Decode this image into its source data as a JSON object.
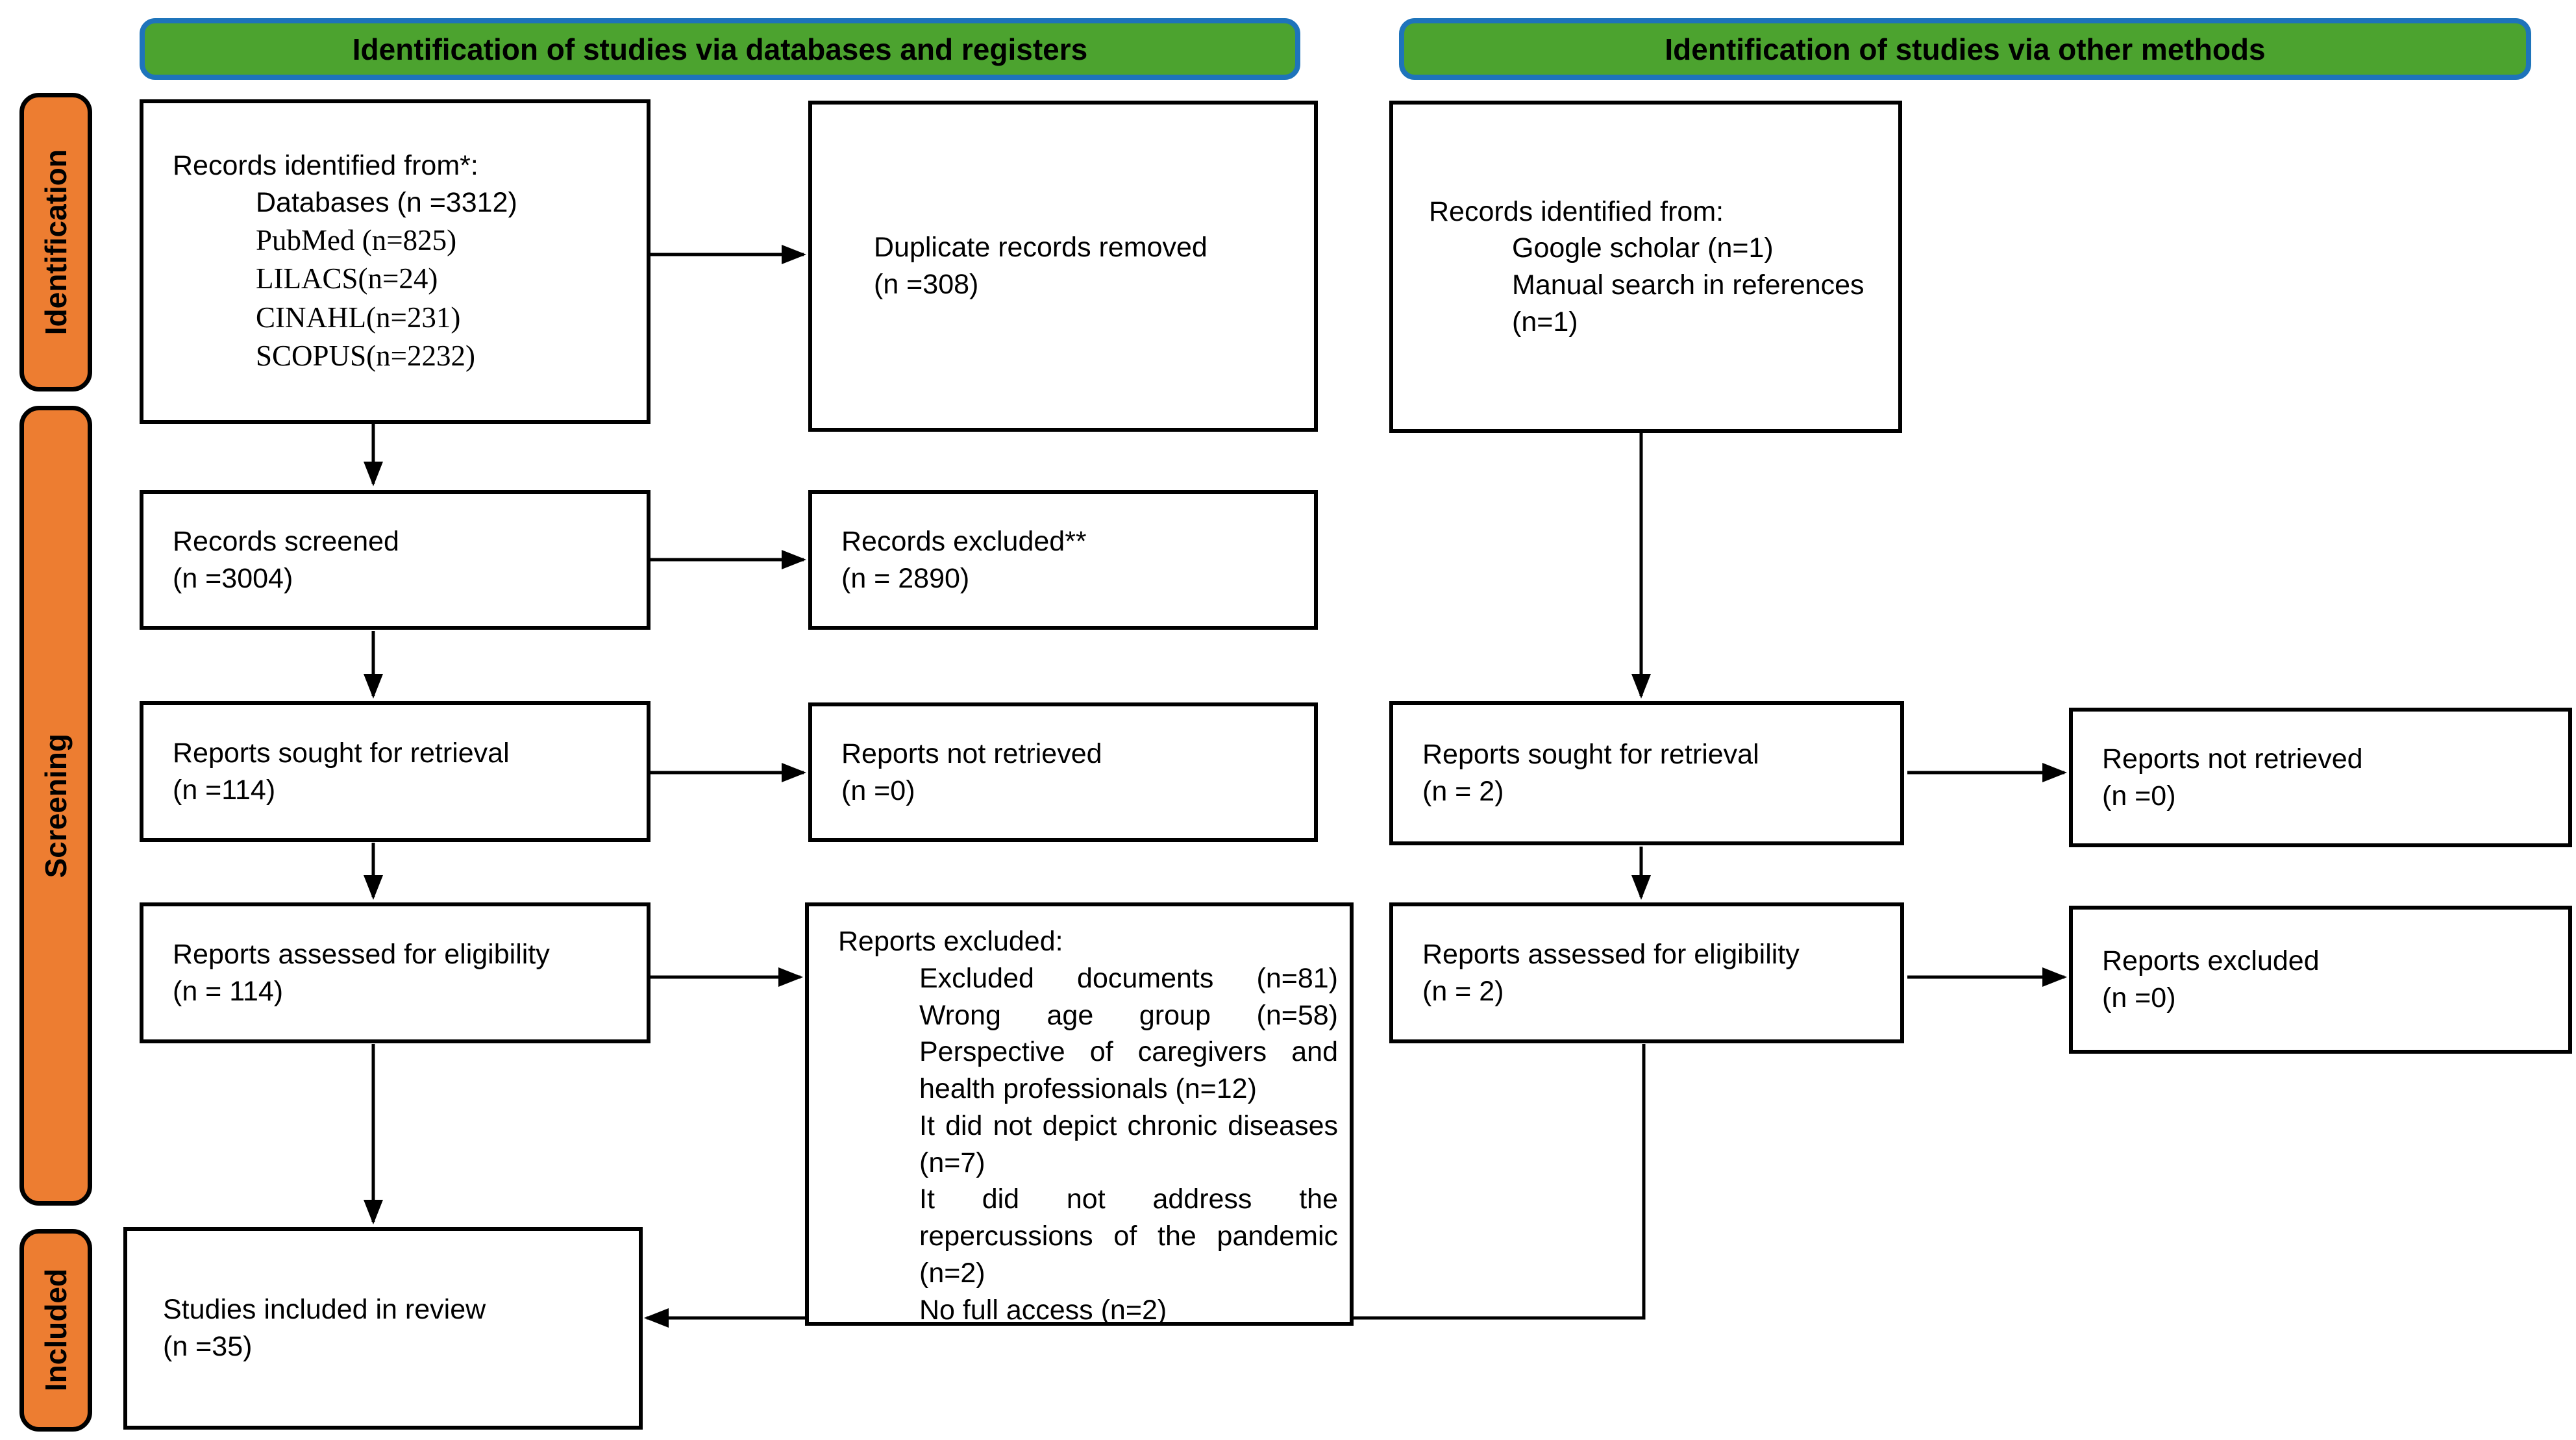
{
  "headers": {
    "left": "Identification of studies via databases and registers",
    "right": "Identification of studies via other methods"
  },
  "stages": {
    "identification": "Identification",
    "screening": "Screening",
    "included": "Included"
  },
  "colors": {
    "green": "#4CA32F",
    "blue": "#1E74BB",
    "orange": "#ED7D31",
    "line": "#000000"
  },
  "boxes": {
    "records_identified": {
      "title": "Records identified from*:",
      "lines": [
        "Databases (n =3312)",
        "PubMed (n=825)",
        "LILACS(n=24)",
        "CINAHL(n=231)",
        "SCOPUS(n=2232)"
      ]
    },
    "duplicates_removed": {
      "lines": [
        "Duplicate records removed",
        "(n =308)"
      ]
    },
    "records_other": {
      "title": "Records identified from:",
      "lines": [
        "Google scholar (n=1)",
        "Manual search in references",
        "(n=1)"
      ]
    },
    "records_screened": {
      "lines": [
        "Records screened",
        "(n =3004)"
      ]
    },
    "records_excluded": {
      "lines": [
        "Records excluded**",
        "(n = 2890)"
      ]
    },
    "reports_sought": {
      "lines": [
        "Reports sought for retrieval",
        "(n =114)"
      ]
    },
    "reports_not_retrieved": {
      "lines": [
        "Reports not retrieved",
        "(n =0)"
      ]
    },
    "reports_sought_other": {
      "lines": [
        "Reports sought for retrieval",
        "(n = 2)"
      ]
    },
    "reports_not_retrieved_other": {
      "lines": [
        "Reports not retrieved",
        "(n =0)"
      ]
    },
    "reports_assessed": {
      "lines": [
        "Reports assessed for eligibility",
        "(n = 114)"
      ]
    },
    "reports_excluded_big": {
      "title": "Reports excluded:",
      "items": [
        {
          "text": "Excluded documents (n=81)",
          "spread": true
        },
        {
          "text": "Wrong age group (n=58)",
          "spread": true
        },
        {
          "text": "Perspective of caregivers and health professionals (n=12)",
          "spread": false
        },
        {
          "text": "It did not depict chronic diseases (n=7)",
          "spread": false
        },
        {
          "text": "It did not address the repercussions of the pandemic (n=2)",
          "spread": false
        },
        {
          "text": "No full access (n=2)",
          "spread": false
        }
      ]
    },
    "reports_assessed_other": {
      "lines": [
        "Reports assessed for eligibility",
        "(n = 2)"
      ]
    },
    "reports_excluded_other": {
      "lines": [
        "Reports excluded",
        "(n =0)"
      ]
    },
    "studies_included": {
      "lines": [
        "Studies included in review",
        "(n =35)"
      ]
    }
  }
}
